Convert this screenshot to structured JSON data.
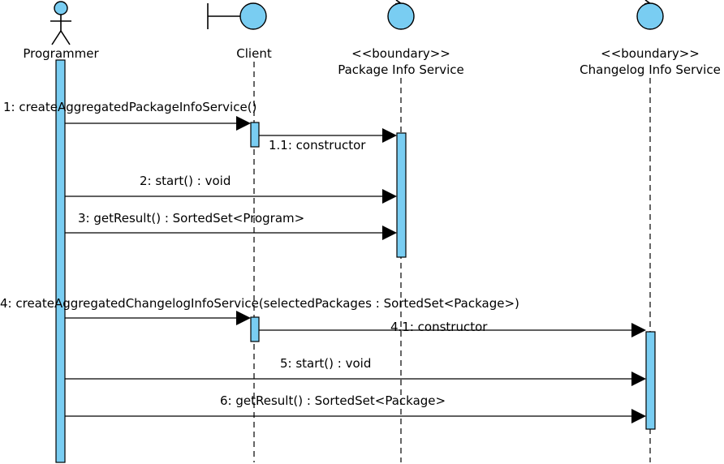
{
  "participants": {
    "programmer": {
      "name": "Programmer",
      "icon": "actor-icon"
    },
    "client": {
      "name": "Client",
      "icon": "boundary-icon"
    },
    "package_info_service": {
      "stereotype": "<<boundary>>",
      "name": "Package Info Service",
      "icon": "control-icon"
    },
    "changelog_info_service": {
      "stereotype": "<<boundary>>",
      "name": "Changelog Info Service",
      "icon": "control-icon"
    }
  },
  "messages": [
    {
      "label": "1: createAggregatedPackageInfoService()",
      "from": "programmer",
      "to": "client"
    },
    {
      "label": "1.1: constructor",
      "from": "client",
      "to": "package_info_service"
    },
    {
      "label": "2: start() : void",
      "from": "programmer",
      "to": "package_info_service"
    },
    {
      "label": "3: getResult() : SortedSet<Program>",
      "from": "programmer",
      "to": "package_info_service"
    },
    {
      "label": "4: createAggregatedChangelogInfoService(selectedPackages : SortedSet<Package>)",
      "from": "programmer",
      "to": "client"
    },
    {
      "label": "4.1: constructor",
      "from": "client",
      "to": "changelog_info_service"
    },
    {
      "label": "5: start() : void",
      "from": "programmer",
      "to": "changelog_info_service"
    },
    {
      "label": "6: getResult() : SortedSet<Package>",
      "from": "programmer",
      "to": "changelog_info_service"
    }
  ],
  "colors": {
    "fill": "#79cdf2",
    "line": "#000000",
    "background": "#ffffff"
  }
}
